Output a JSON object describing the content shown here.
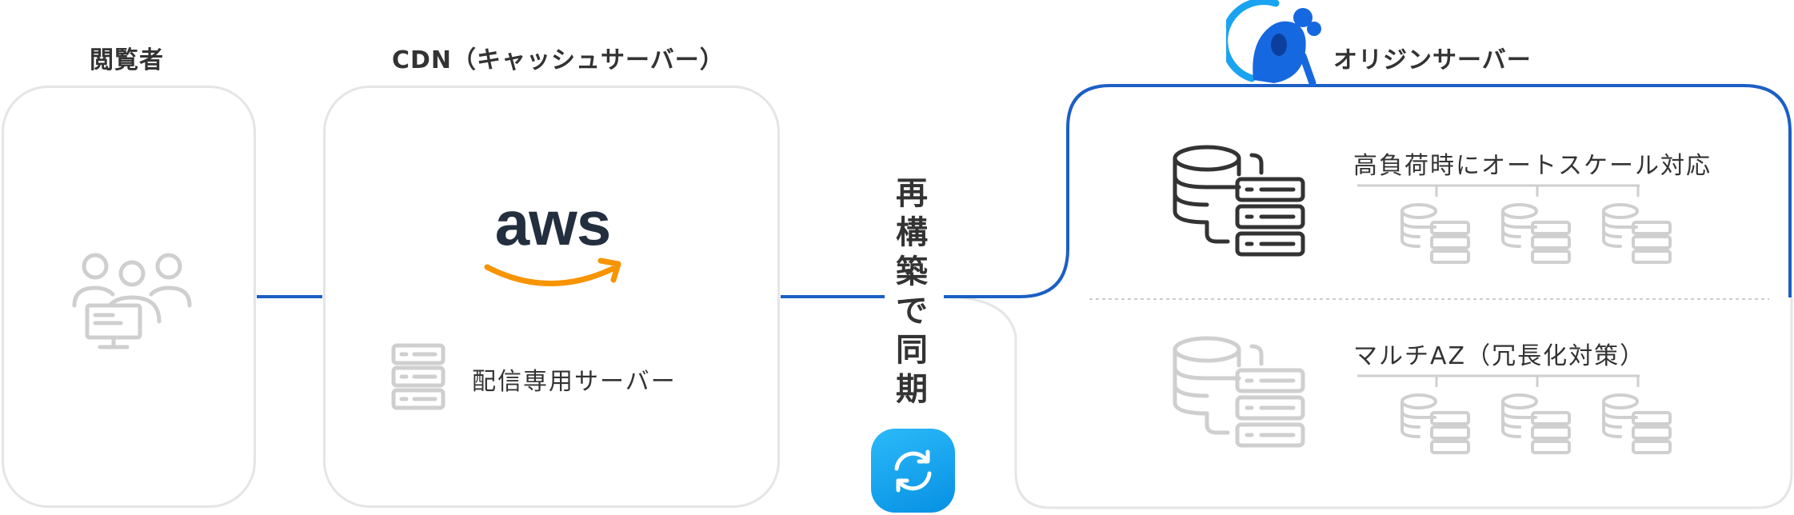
{
  "headings": {
    "viewer": "閲覧者",
    "cdn": "CDN（キャッシュサーバー）",
    "origin": "オリジンサーバー"
  },
  "cdn": {
    "logo_text": "aws",
    "server_label": "配信専用サーバー"
  },
  "sync": {
    "chars": [
      "再",
      "構",
      "築",
      "で",
      "同",
      "期"
    ]
  },
  "origin": {
    "top_label": "高負荷時にオートスケール対応",
    "bottom_label": "マルチAZ（冗長化対策）"
  },
  "colors": {
    "accent_blue": "#1c5fc5",
    "panel_border": "#e5e5e5",
    "icon_gray": "#cfcfcf",
    "icon_dark": "#333333",
    "aws_orange": "#f79400",
    "aws_navy": "#232f3e",
    "sync_button": "#0ea5f0"
  },
  "icons": {
    "viewer": "people-computer-icon",
    "cdn_server": "server-stack-icon",
    "sync_button": "sync-icon",
    "origin_db": "database-server-icon",
    "mascot": "mascot-character-icon"
  }
}
